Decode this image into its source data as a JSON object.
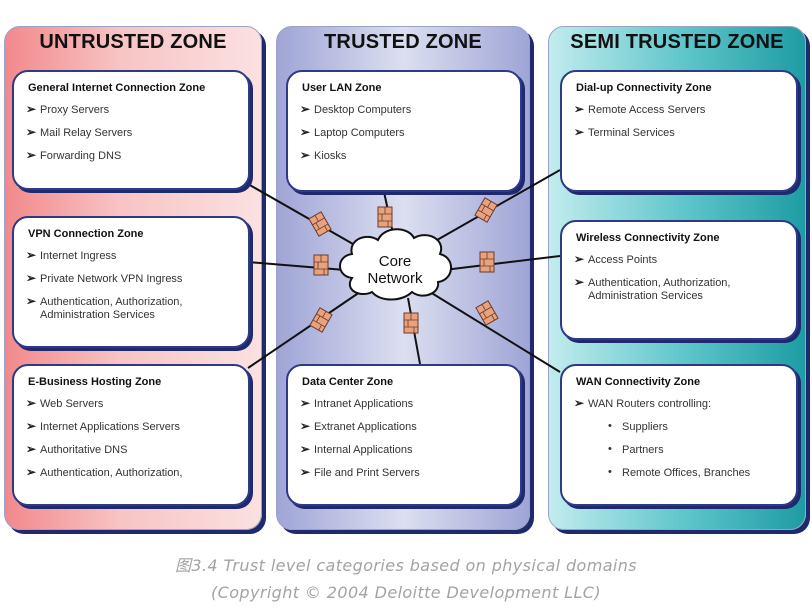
{
  "zones": {
    "untrusted": {
      "title": "UNTRUSTED ZONE",
      "boxes": [
        {
          "title": "General Internet Connection Zone",
          "items": [
            "Proxy Servers",
            "Mail Relay Servers",
            "Forwarding DNS"
          ]
        },
        {
          "title": "VPN Connection Zone",
          "items": [
            "Internet Ingress",
            "Private Network VPN Ingress",
            "Authentication, Authorization, Administration Services"
          ]
        },
        {
          "title": "E-Business Hosting Zone",
          "items": [
            "Web Servers",
            "Internet Applications Servers",
            "Authoritative DNS",
            "Authentication, Authorization,"
          ]
        }
      ]
    },
    "trusted": {
      "title": "TRUSTED ZONE",
      "boxes": [
        {
          "title": "User LAN Zone",
          "items": [
            "Desktop Computers",
            "Laptop Computers",
            "Kiosks"
          ]
        },
        {
          "title": "Data Center Zone",
          "items": [
            "Intranet Applications",
            "Extranet Applications",
            "Internal Applications",
            "File and Print Servers"
          ]
        }
      ]
    },
    "semi": {
      "title": "SEMI TRUSTED ZONE",
      "boxes": [
        {
          "title": "Dial-up Connectivity  Zone",
          "items": [
            "Remote Access Servers",
            "Terminal Services"
          ]
        },
        {
          "title": "Wireless Connectivity Zone",
          "items": [
            "Access Points",
            "Authentication, Authorization, Administration Services"
          ]
        },
        {
          "title": "WAN Connectivity Zone",
          "items": [
            "WAN Routers controlling:"
          ],
          "subitems": [
            "Suppliers",
            "Partners",
            "Remote Offices, Branches"
          ]
        }
      ]
    }
  },
  "core": {
    "line1": "Core",
    "line2": "Network"
  },
  "caption": {
    "line1": "图3.4 Trust level categories based on physical domains",
    "line2": "(Copyright © 2004 Deloitte Development LLC)"
  },
  "colors": {
    "frame": "#1f2a6e",
    "firewall": "#e8a37e",
    "line": "#111111"
  }
}
